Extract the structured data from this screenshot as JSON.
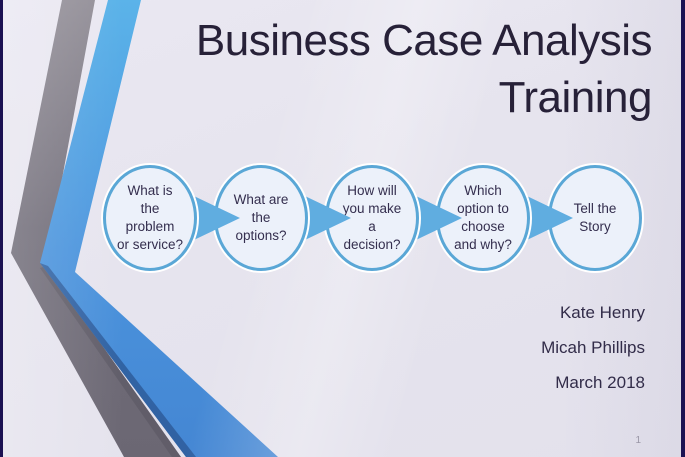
{
  "slide": {
    "title": "Business Case Analysis\nTraining",
    "process_steps": [
      {
        "label": "What is\nthe\nproblem\nor service?"
      },
      {
        "label": "What are\nthe\noptions?"
      },
      {
        "label": "How will\nyou make\na\ndecision?"
      },
      {
        "label": "Which\noption to\nchoose\nand why?"
      },
      {
        "label": "Tell the\nStory"
      }
    ],
    "credits": [
      "Kate Henry",
      "Micah Phillips",
      "March 2018"
    ],
    "slide_number": "1"
  },
  "colors": {
    "background": "#e6e4ee",
    "frame_border": "#1b1152",
    "ribbon_blue_light": "#5bb3e9",
    "ribbon_blue_dark": "#4486d3",
    "ribbon_blue_edge": "#2e5c9a",
    "ribbon_gray_light": "#949099",
    "ribbon_gray_dark": "#6b6773",
    "circle_fill": "#ecf1fa",
    "circle_stroke": "#5aa7d6",
    "circle_halo": "#ffffff",
    "arrow_blue": "#60ade0",
    "title_text": "#272138",
    "body_text": "#322c49",
    "slide_number_text": "#9a96a6"
  }
}
